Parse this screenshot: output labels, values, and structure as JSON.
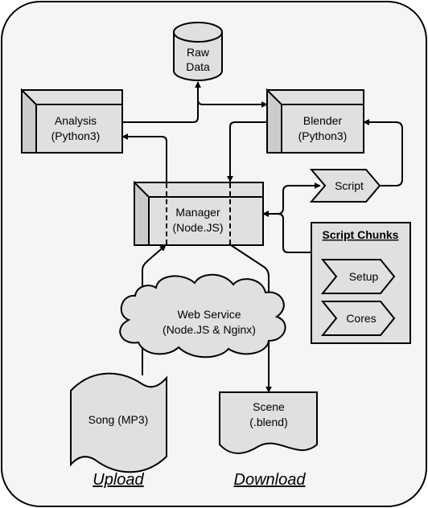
{
  "nodes": {
    "raw_data": [
      "Raw",
      "Data"
    ],
    "analysis": [
      "Analysis",
      "(Python3)"
    ],
    "blender": [
      "Blender",
      "(Python3)"
    ],
    "manager": [
      "Manager",
      "(Node.JS)"
    ],
    "script": "Script",
    "web_service": [
      "Web Service",
      "(Node.JS & Nginx)"
    ],
    "song": "Song (MP3)",
    "scene": [
      "Scene",
      "(.blend)"
    ]
  },
  "script_chunks": {
    "title": "Script Chunks",
    "items": [
      "Setup",
      "Cores"
    ]
  },
  "captions": {
    "upload": "Upload",
    "download": "Download"
  },
  "colors": {
    "node_fill": "#e0e0e0",
    "node_dark": "#cccccc",
    "background": "#f5f5f5",
    "stroke": "#000000"
  }
}
